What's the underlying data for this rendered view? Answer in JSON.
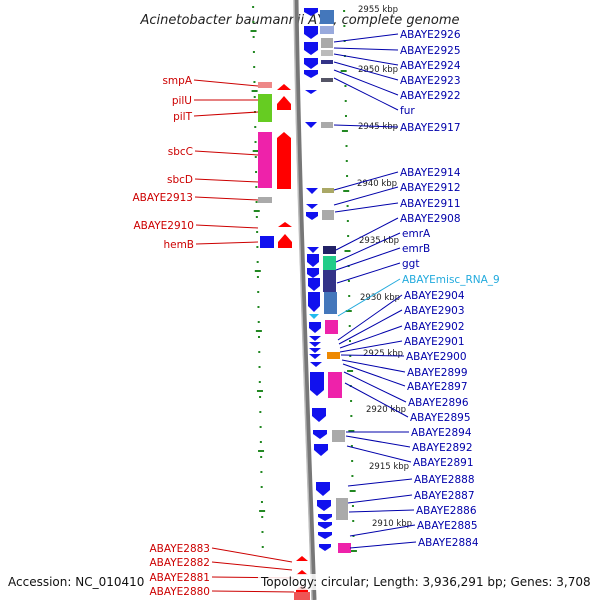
{
  "title": "Acinetobacter baumannii AYE, complete genome",
  "footer": {
    "accession": "Accession: NC_010410",
    "topology": "Topology: circular; Length: 3,936,291 bp; Genes: 3,708"
  },
  "colors": {
    "forward_gene": "#ff0000",
    "reverse_gene": "#0000ff",
    "right_label": "#0000aa",
    "left_label": "#cc0000",
    "rna_label": "#22aadd",
    "tick": "#228822",
    "backbone": "#888888"
  },
  "kbp_marks": [
    "2955 kbp",
    "2950 kbp",
    "2945 kbp",
    "2940 kbp",
    "2935 kbp",
    "2930 kbp",
    "2925 kbp",
    "2920 kbp",
    "2915 kbp",
    "2910 kbp"
  ],
  "right_labels": [
    "ABAYE2926",
    "ABAYE2925",
    "ABAYE2924",
    "ABAYE2923",
    "ABAYE2922",
    "fur",
    "ABAYE2917",
    "ABAYE2914",
    "ABAYE2912",
    "ABAYE2911",
    "ABAYE2908",
    "emrA",
    "emrB",
    "ggt",
    "ABAYEmisc_RNA_9",
    "ABAYE2904",
    "ABAYE2903",
    "ABAYE2902",
    "ABAYE2901",
    "ABAYE2900",
    "ABAYE2899",
    "ABAYE2897",
    "ABAYE2896",
    "ABAYE2895",
    "ABAYE2894",
    "ABAYE2892",
    "ABAYE2891",
    "ABAYE2888",
    "ABAYE2887",
    "ABAYE2886",
    "ABAYE2885",
    "ABAYE2884"
  ],
  "left_labels": [
    "smpA",
    "pilU",
    "pilT",
    "sbcC",
    "sbcD",
    "ABAYE2913",
    "ABAYE2910",
    "hemB",
    "ABAYE2883",
    "ABAYE2882",
    "ABAYE2881",
    "ABAYE2880"
  ]
}
